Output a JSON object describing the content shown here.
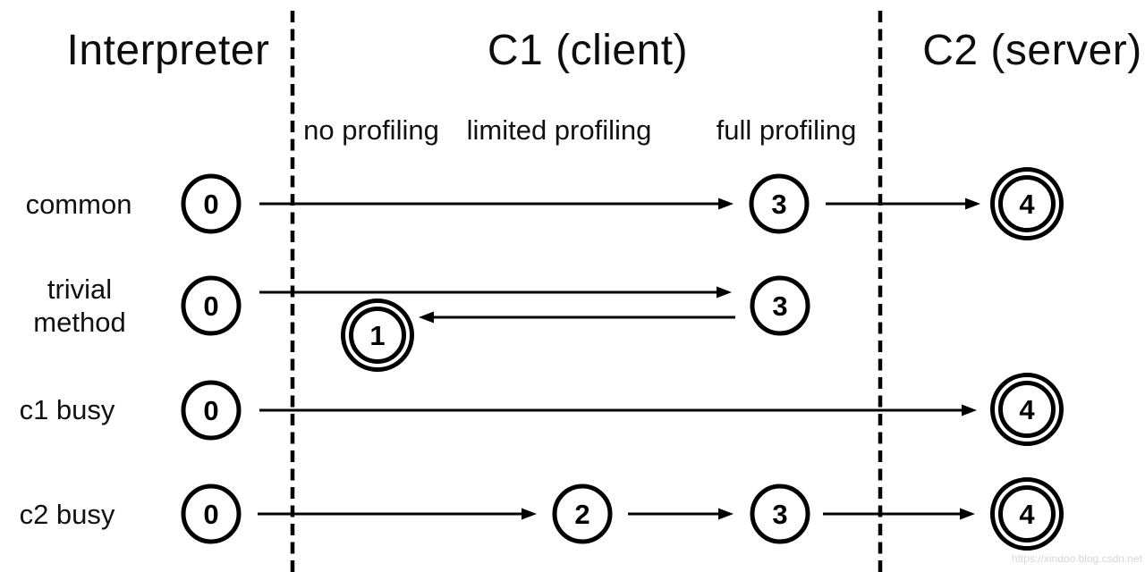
{
  "diagram": {
    "columns": [
      {
        "label": "Interpreter"
      },
      {
        "label": "C1 (client)"
      },
      {
        "label": "C2 (server)"
      }
    ],
    "c1_phases": [
      {
        "label": "no profiling"
      },
      {
        "label": "limited profiling"
      },
      {
        "label": "full profiling"
      }
    ],
    "rows": [
      {
        "label": "common",
        "nodes": [
          {
            "value": "0",
            "final": false
          },
          {
            "value": "3",
            "final": false
          },
          {
            "value": "4",
            "final": true
          }
        ]
      },
      {
        "label": "trivial method",
        "nodes": [
          {
            "value": "0",
            "final": false
          },
          {
            "value": "3",
            "final": false
          },
          {
            "value": "1",
            "final": true
          }
        ]
      },
      {
        "label": "c1 busy",
        "nodes": [
          {
            "value": "0",
            "final": false
          },
          {
            "value": "4",
            "final": true
          }
        ]
      },
      {
        "label": "c2 busy",
        "nodes": [
          {
            "value": "0",
            "final": false
          },
          {
            "value": "2",
            "final": false
          },
          {
            "value": "3",
            "final": false
          },
          {
            "value": "4",
            "final": true
          }
        ]
      }
    ],
    "colors": {
      "line": "#000000",
      "background": "#ffffff",
      "watermark": "#d8d5d5"
    },
    "watermark": "https://xindoo.blog.csdn.net"
  }
}
